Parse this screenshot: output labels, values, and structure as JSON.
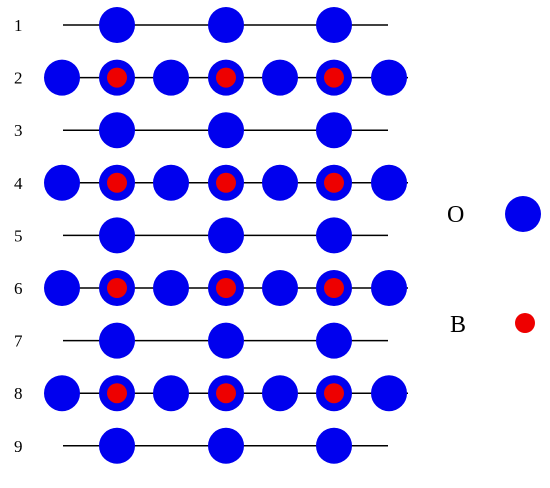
{
  "colors": {
    "oxygen": "#0000ee",
    "boron": "#ee0000",
    "line": "#000000"
  },
  "rows": [
    {
      "label": "1",
      "type": "sparse"
    },
    {
      "label": "2",
      "type": "dense"
    },
    {
      "label": "3",
      "type": "sparse"
    },
    {
      "label": "4",
      "type": "dense"
    },
    {
      "label": "5",
      "type": "sparse"
    },
    {
      "label": "6",
      "type": "dense"
    },
    {
      "label": "7",
      "type": "sparse"
    },
    {
      "label": "8",
      "type": "dense"
    },
    {
      "label": "9",
      "type": "sparse"
    }
  ],
  "legend": {
    "oxygen_label": "O",
    "boron_label": "B"
  }
}
